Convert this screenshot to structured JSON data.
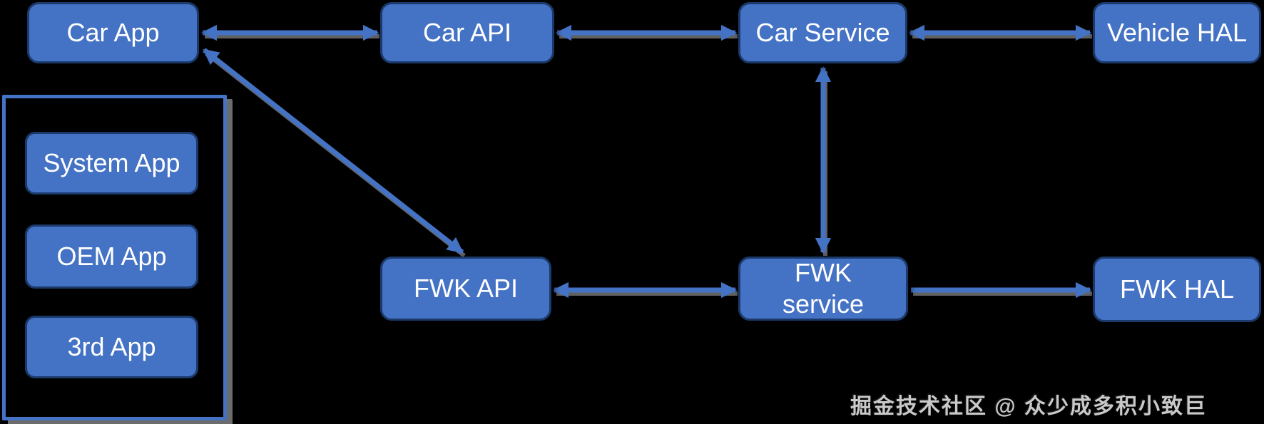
{
  "diagram": {
    "background_color": "#000000",
    "accent_color": "#4472c4",
    "box_border_color": "#1b3a6b",
    "shadow_color": "#7f7f7f",
    "nodes": {
      "car_app": {
        "label": "Car App"
      },
      "car_api": {
        "label": "Car API"
      },
      "car_service": {
        "label": "Car Service"
      },
      "vehicle_hal": {
        "label": "Vehicle HAL"
      },
      "fwk_api": {
        "label": "FWK API"
      },
      "fwk_service": {
        "label": "FWK service"
      },
      "fwk_hal": {
        "label": "FWK HAL"
      },
      "system_app": {
        "label": "System App"
      },
      "oem_app": {
        "label": "OEM App"
      },
      "third_app": {
        "label": "3rd App"
      }
    },
    "edges": [
      {
        "from": "car_app",
        "to": "car_api",
        "bidirectional": true
      },
      {
        "from": "car_api",
        "to": "car_service",
        "bidirectional": true
      },
      {
        "from": "car_service",
        "to": "vehicle_hal",
        "bidirectional": true
      },
      {
        "from": "car_app",
        "to": "fwk_api",
        "bidirectional": true
      },
      {
        "from": "car_service",
        "to": "fwk_service",
        "bidirectional": true
      },
      {
        "from": "fwk_api",
        "to": "fwk_service",
        "bidirectional": true
      },
      {
        "from": "fwk_service",
        "to": "fwk_hal",
        "bidirectional": false
      }
    ],
    "watermark": "掘金技术社区 @ 众少成多积小致巨"
  }
}
